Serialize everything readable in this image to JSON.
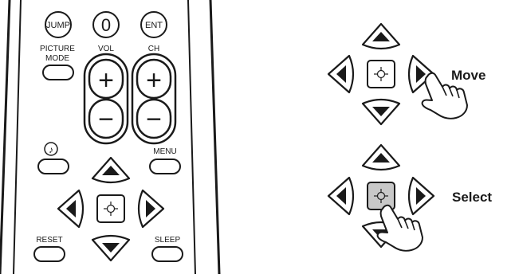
{
  "remote": {
    "buttons": {
      "jump": "JUMP",
      "zero": "0",
      "ent": "ENT",
      "picture_mode_line1": "PICTURE",
      "picture_mode_line2": "MODE",
      "vol": "VOL",
      "ch": "CH",
      "plus": "+",
      "minus": "−",
      "menu": "MENU",
      "reset": "RESET",
      "sleep": "SLEEP",
      "music_note": "♪"
    }
  },
  "instructions": {
    "move_label": "Move",
    "select_label": "Select"
  },
  "colors": {
    "line": "#1a1a1a",
    "pressed_fill": "#c8c8c8"
  }
}
